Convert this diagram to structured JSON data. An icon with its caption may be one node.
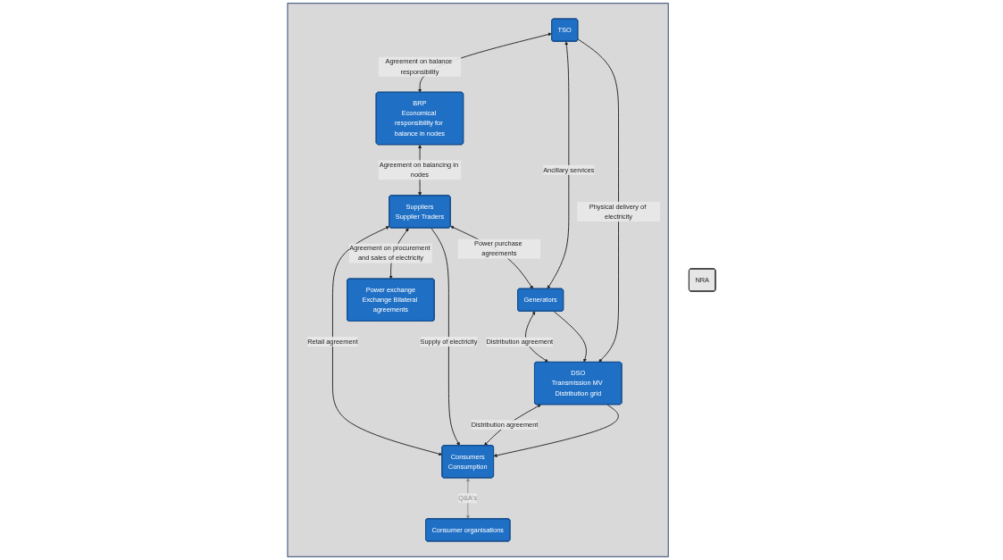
{
  "diagram": {
    "nodes": [
      {
        "text": [],
        "shape": "box"
      },
      {
        "text": [
          "NRA"
        ]
      },
      {
        "text": [
          "TSO"
        ],
        "in": 0
      },
      {
        "text": [
          "BRP",
          "Economical responsibility for balance in nodes"
        ],
        "in": 0
      },
      {
        "text": [
          "DSO",
          "Transmission MV Distribution grid"
        ],
        "in": 0
      },
      {
        "text": [
          "Consumers",
          "Consumption"
        ],
        "in": 0
      },
      {
        "text": [
          "Suppliers",
          "Supplier Traders"
        ],
        "in": 0
      },
      {
        "text": [
          "Generators"
        ],
        "in": 0
      },
      {
        "text": [
          "Consumer organisations"
        ],
        "in": 0
      },
      {
        "text": [
          "Power exchange",
          "Exchange Bilateral agreements"
        ],
        "in": 0
      }
    ],
    "edges": [
      {
        "from": 2,
        "to": 3,
        "arrow": "both",
        "label": "Agreement on balance responsibility"
      },
      {
        "from": 2,
        "to": 4,
        "arrow": "to",
        "label": "Physical delivery of electricity"
      },
      {
        "from": 3,
        "to": 6,
        "arrow": "both",
        "label": "Agreement on balancing in nodes"
      },
      {
        "from": 4,
        "to": 5,
        "arrow": "to"
      },
      {
        "from": 4,
        "to": 5,
        "arrow": "both",
        "label": "Distribution agreement"
      },
      {
        "from": 6,
        "to": 5,
        "arrow": "to",
        "label": "Supply of electricity"
      },
      {
        "from": 5,
        "to": 6,
        "arrow": "both",
        "label": "Retail agreement"
      },
      {
        "from": 7,
        "to": 4,
        "arrow": "to"
      },
      {
        "from": 4,
        "to": 7,
        "arrow": "both",
        "label": "Distribution agreement"
      },
      {
        "from": 5,
        "to": 8,
        "arrow": "both",
        "label": "Q&A's",
        "color": "#8c8c8c"
      },
      {
        "from": 6,
        "to": 9,
        "arrow": "both",
        "label": "Agreement on procurement and sales of electricity"
      },
      {
        "from": 2,
        "to": 7,
        "arrow": "both",
        "label": "Ancillary services"
      },
      {
        "from": 6,
        "to": 7,
        "arrow": "both",
        "label": "Power purchase agreements"
      }
    ]
  }
}
